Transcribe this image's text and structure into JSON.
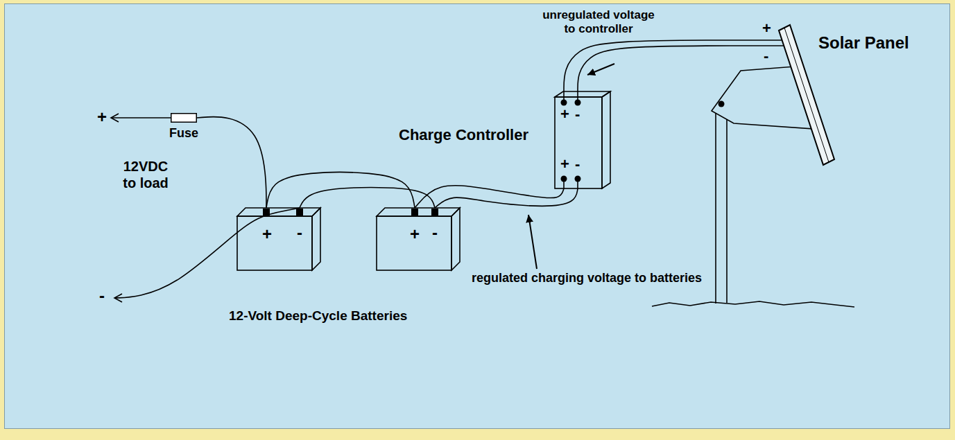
{
  "diagram": {
    "nodes": [
      {
        "text": [
          "+",
          "-",
          "Solar Panel"
        ]
      },
      {
        "text": [
          "Charge Controller",
          "+",
          "-",
          "+",
          "-"
        ]
      },
      {
        "text": [
          "Fuse"
        ]
      },
      {
        "text": [
          "+",
          "-"
        ]
      },
      {
        "text": [
          "+",
          "-"
        ]
      }
    ],
    "edges": [
      {
        "from": 1,
        "to": 0,
        "arrow": "none"
      },
      {
        "from": 1,
        "to": 0,
        "arrow": "none"
      },
      {
        "from": 1,
        "to": 4,
        "arrow": "none"
      },
      {
        "from": 1,
        "to": 4,
        "arrow": "none"
      },
      {
        "from": 3,
        "to": 4,
        "arrow": "none"
      },
      {
        "from": 3,
        "to": 4,
        "arrow": "none"
      },
      {
        "from": 2,
        "to": 3,
        "arrow": "none"
      }
    ],
    "labels": [
      "unregulated voltage to controller",
      "+",
      "12VDC to load",
      "regulated charging voltage to batteries",
      "-",
      "12-Volt Deep-Cycle Batteries"
    ]
  }
}
